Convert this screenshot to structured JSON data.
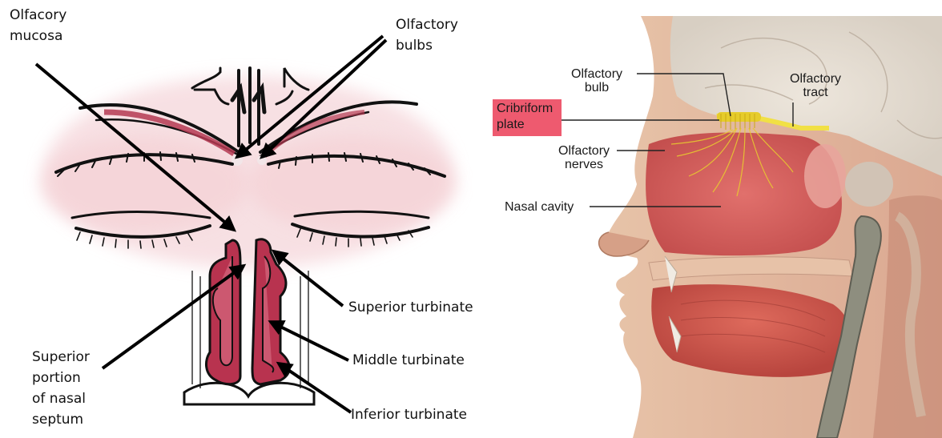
{
  "left_panel": {
    "olfactory_mucosa": [
      "Olfacory",
      "mucosa"
    ],
    "olfactory_bulbs": [
      "Olfactory",
      "bulbs"
    ],
    "superior_turbinate": "Superior turbinate",
    "middle_turbinate": "Middle turbinate",
    "inferior_turbinate": "Inferior turbinate",
    "septum": [
      "Superior",
      "portion",
      "of nasal",
      "septum"
    ]
  },
  "right_panel": {
    "olfactory_bulb": [
      "Olfactory",
      "bulb"
    ],
    "olfactory_tract": [
      "Olfactory",
      "tract"
    ],
    "cribriform_plate": [
      "Cribriform",
      "plate"
    ],
    "olfactory_nerves": [
      "Olfactory",
      "nerves"
    ],
    "nasal_cavity": "Nasal cavity",
    "highlight_color": "#ee5a6f"
  }
}
